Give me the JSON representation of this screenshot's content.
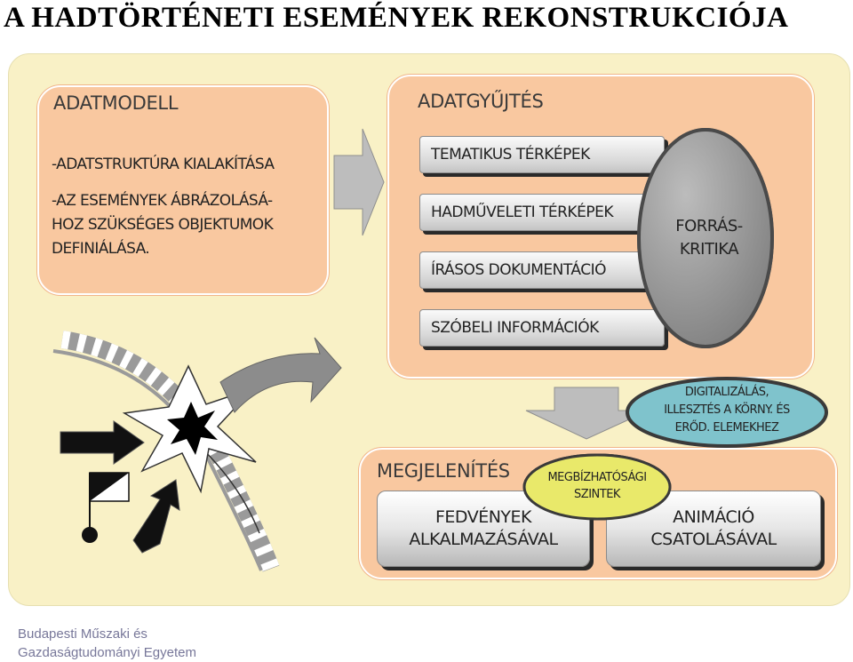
{
  "title": "A HADTÖRTÉNETI  ESEMÉNYEK  REKONSTRUKCIÓJA",
  "adatmodell": {
    "heading": "ADATMODELL",
    "lines": [
      "-ADATSTRUKTÚRA KIALAKÍTÁSA",
      "",
      "-AZ ESEMÉNYEK ÁBRÁZOLÁSÁ-",
      "HOZ SZÜKSÉGES OBJEKTUMOK",
      "DEFINIÁLÁSA."
    ]
  },
  "adatgyujtes": {
    "heading": "ADATGYŰJTÉS",
    "items": [
      "TEMATIKUS TÉRKÉPEK",
      "HADMŰVELETI TÉRKÉPEK",
      "ÍRÁSOS DOKUMENTÁCIÓ",
      "SZÓBELI INFORMÁCIÓK"
    ]
  },
  "forraskritika": {
    "line1": "FORRÁS-",
    "line2": "KRITIKA"
  },
  "digitalizalas": {
    "line1": "DIGITALIZÁLÁS,",
    "line2": "ILLESZTÉS A KÖRNY. ÉS",
    "line3": "ERŐD. ELEMEKHEZ"
  },
  "megjelenites": {
    "heading": "MEGJELENÍTÉS",
    "left": {
      "line1": "FEDVÉNYEK",
      "line2": "ALKALMAZÁSÁVAL"
    },
    "right": {
      "line1": "ANIMÁCIÓ",
      "line2": "CSATOLÁSÁVAL"
    }
  },
  "megbizhatosagi": {
    "line1": "MEGBÍZHATÓSÁGI",
    "line2": "SZINTEK"
  },
  "footer": {
    "line1": "Budapesti Műszaki és",
    "line2": "Gazdaságtudományi Egyetem"
  },
  "colors": {
    "frame": "#f9f1c6",
    "box": "#f9c8a0",
    "oval_grey": "#9a9a9a",
    "oval_teal": "#7fc3cc",
    "oval_yellow": "#e9e96a",
    "arrow_grey": "#bdbdbd"
  }
}
